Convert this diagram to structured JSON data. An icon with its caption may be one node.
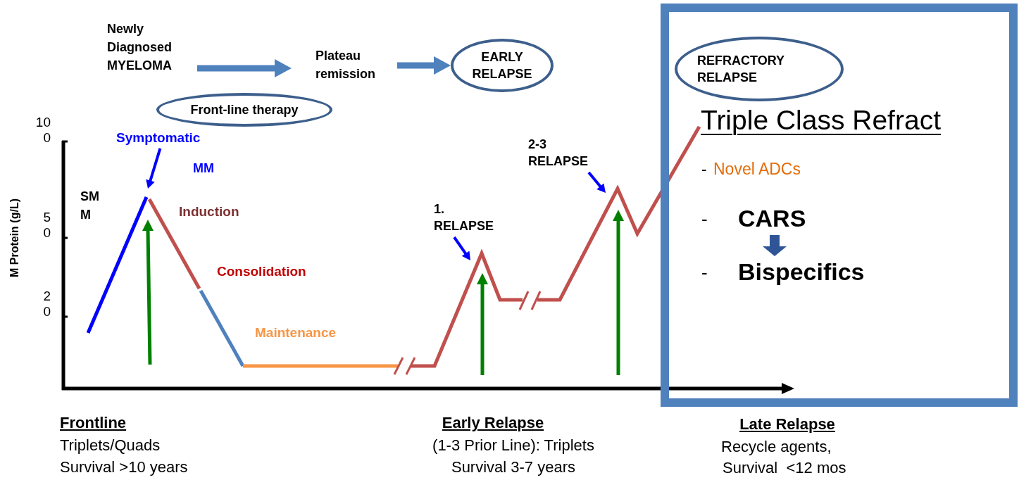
{
  "diagram": {
    "nodes": [
      {
        "text": [
          "Newly Diagnosed MYELOMA"
        ]
      },
      {
        "text": [
          "Plateau remission"
        ]
      },
      {
        "text": [
          "EARLY RELAPSE"
        ]
      },
      {
        "text": [
          "Triple Class Refract",
          "Novel ADCs"
        ]
      },
      {
        "text": [
          "REFRACTORY RELAPSE"
        ],
        "in": 3
      },
      {
        "text": [
          "CARS"
        ],
        "in": 3
      },
      {
        "text": [
          "Bispecifics"
        ],
        "in": 3
      },
      {
        "text": [
          "Front-line therapy"
        ]
      },
      {
        "text": [
          "Symptomatic"
        ]
      },
      {
        "text": [
          "2-3 RELAPSE"
        ]
      },
      {
        "text": [
          "1. RELAPSE"
        ]
      }
    ],
    "edges": [
      {
        "from": 0,
        "to": 1,
        "arrow": "to",
        "style": "thick",
        "color": "#4f81bd"
      },
      {
        "from": 1,
        "to": 2,
        "arrow": "to",
        "style": "thick",
        "color": "#4f81bd"
      },
      {
        "from": 5,
        "to": 6,
        "arrow": "to",
        "style": "thick",
        "color": "#2f5597"
      },
      {
        "from": 8,
        "to": null,
        "arrow": "to",
        "color": "#0000ff"
      },
      {
        "from": 10,
        "to": null,
        "arrow": "to",
        "color": "#0000ff"
      },
      {
        "from": 9,
        "to": null,
        "arrow": "to",
        "color": "#0000ff"
      }
    ],
    "labels": [
      "10 0",
      "MM",
      "SM M",
      "Induction",
      "5 0",
      "Consolidation",
      "2 0",
      "M Protein (g/L)",
      "Maintenance",
      "-",
      "-",
      "-",
      "Frontline",
      "Triplets/Quads",
      "Survival >10 years",
      "Early Relapse",
      "(1-3 Prior Line): Triplets",
      "Survival 3-7 years",
      "Late Relapse",
      "Recycle agents,",
      "Survival  <12 mos"
    ]
  }
}
